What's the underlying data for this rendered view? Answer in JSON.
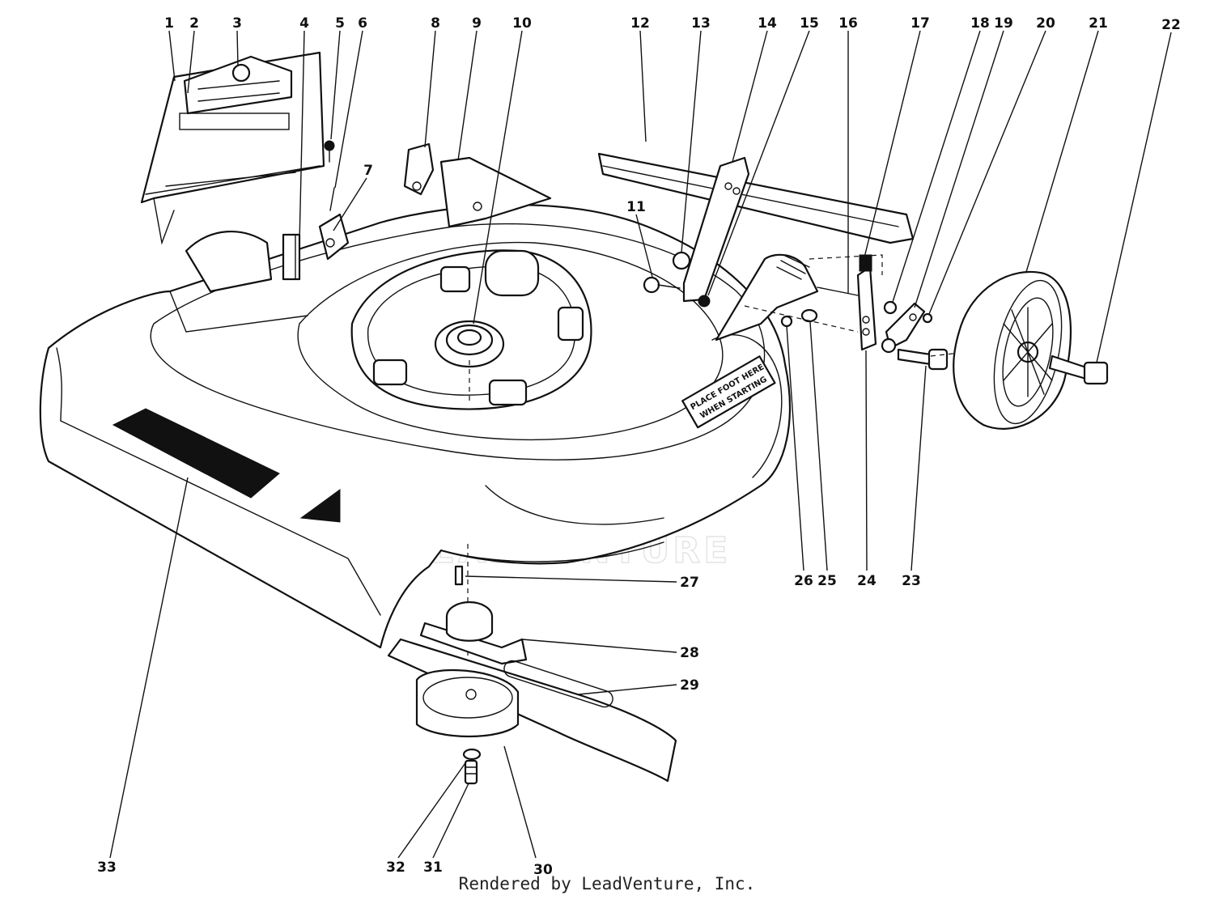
{
  "callouts": [
    {
      "id": "1",
      "label": "1"
    },
    {
      "id": "2",
      "label": "2"
    },
    {
      "id": "3",
      "label": "3"
    },
    {
      "id": "4",
      "label": "4"
    },
    {
      "id": "5",
      "label": "5"
    },
    {
      "id": "6",
      "label": "6"
    },
    {
      "id": "7",
      "label": "7"
    },
    {
      "id": "8",
      "label": "8"
    },
    {
      "id": "9",
      "label": "9"
    },
    {
      "id": "10",
      "label": "10"
    },
    {
      "id": "11",
      "label": "11"
    },
    {
      "id": "12",
      "label": "12"
    },
    {
      "id": "13",
      "label": "13"
    },
    {
      "id": "14",
      "label": "14"
    },
    {
      "id": "15",
      "label": "15"
    },
    {
      "id": "16",
      "label": "16"
    },
    {
      "id": "17",
      "label": "17"
    },
    {
      "id": "18",
      "label": "18"
    },
    {
      "id": "19",
      "label": "19"
    },
    {
      "id": "20",
      "label": "20"
    },
    {
      "id": "21",
      "label": "21"
    },
    {
      "id": "22",
      "label": "22"
    },
    {
      "id": "23",
      "label": "23"
    },
    {
      "id": "24",
      "label": "24"
    },
    {
      "id": "25",
      "label": "25"
    },
    {
      "id": "26",
      "label": "26"
    },
    {
      "id": "27",
      "label": "27"
    },
    {
      "id": "28",
      "label": "28"
    },
    {
      "id": "29",
      "label": "29"
    },
    {
      "id": "30",
      "label": "30"
    },
    {
      "id": "31",
      "label": "31"
    },
    {
      "id": "32",
      "label": "32"
    },
    {
      "id": "33",
      "label": "33"
    }
  ],
  "decal": {
    "line1": "PLACE FOOT HERE",
    "line2": "WHEN STARTING"
  },
  "watermark": {
    "text": "LEADVENTURE"
  },
  "footer": {
    "text": "Rendered by LeadVenture, Inc."
  }
}
